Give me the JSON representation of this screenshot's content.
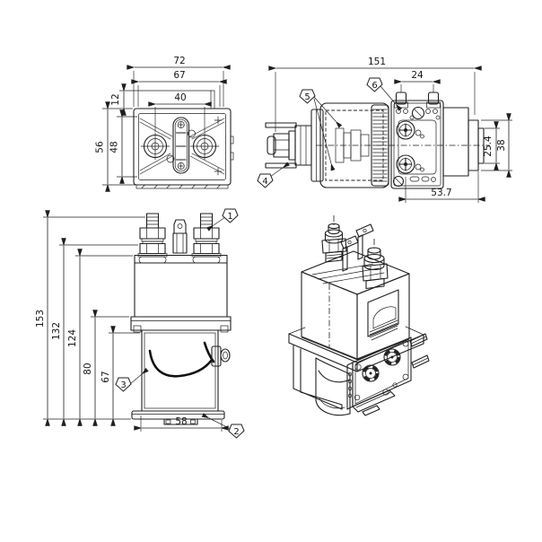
{
  "meta": {
    "background": "#ffffff",
    "ink": "#1f1f1f",
    "drawing_type": "contactor-dimension-drawing"
  },
  "top_view": {
    "dim_overall_width": "72",
    "dim_mount_width": "67",
    "dim_terminal_spacing": "40",
    "dim_aux_offset": "12",
    "dim_overall_depth": "56",
    "dim_mount_depth": "48"
  },
  "side_view": {
    "dim_overall_length": "151",
    "dim_stud_spacing": "24",
    "dim_core_diameter": "25.4",
    "dim_coil_diameter": "38",
    "dim_center_to_end": "53.7",
    "callout_coil_terminal": "4",
    "callout_housing": "5",
    "callout_stud": "6"
  },
  "front_view": {
    "dim_overall_height": "153",
    "dim_height_to_nut": "132",
    "dim_height_to_cover": "124",
    "dim_height_to_flange": "80",
    "dim_height_body": "67",
    "dim_base_width": "58",
    "callout_terminal": "1",
    "callout_base": "2",
    "callout_body": "3"
  }
}
